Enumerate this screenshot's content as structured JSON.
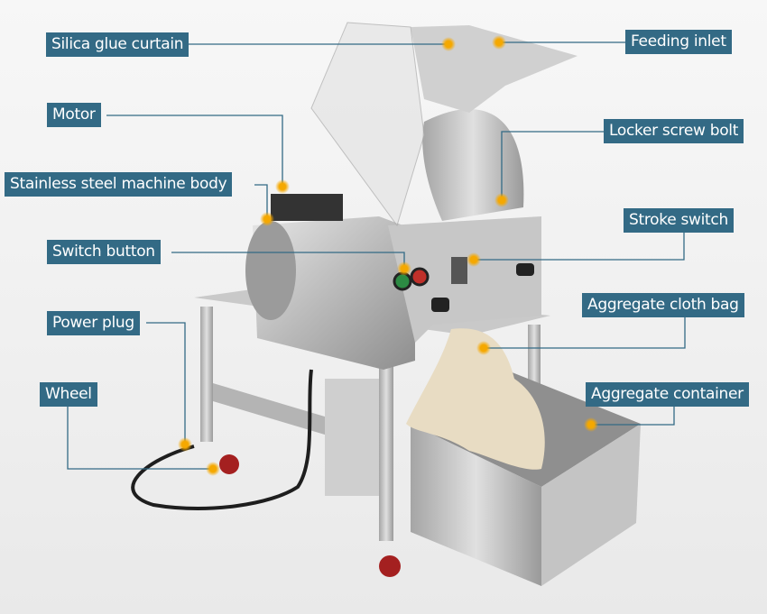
{
  "labels": {
    "silica_glue_curtain": "Silica glue curtain",
    "feeding_inlet": "Feeding inlet",
    "motor": "Motor",
    "locker_screw_bolt": "Locker screw bolt",
    "stainless_steel_body": "Stainless steel machine body",
    "stroke_switch": "Stroke switch",
    "switch_button": "Switch button",
    "aggregate_cloth_bag": "Aggregate cloth bag",
    "power_plug": "Power plug",
    "aggregate_container": "Aggregate container",
    "wheel": "Wheel"
  },
  "colors": {
    "label_bg": "#336a85",
    "leader_line": "#336a85",
    "marker_dot": "#f5a800"
  }
}
